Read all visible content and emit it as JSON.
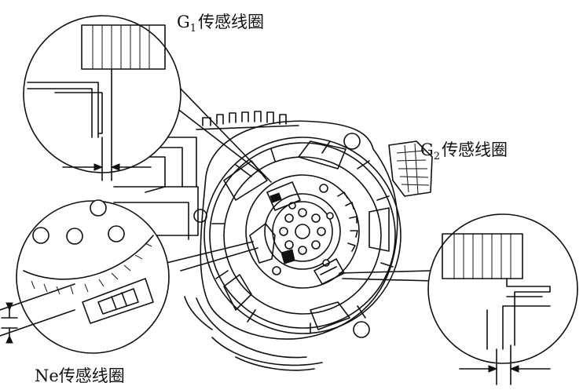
{
  "labels": {
    "g1": {
      "letter": "G",
      "sub": "1",
      "text": "传感线圈"
    },
    "g2": {
      "letter": "G",
      "sub": "2",
      "text": "传感线圈"
    },
    "ne": {
      "letter": "Ne",
      "text": "传感线圈"
    }
  }
}
